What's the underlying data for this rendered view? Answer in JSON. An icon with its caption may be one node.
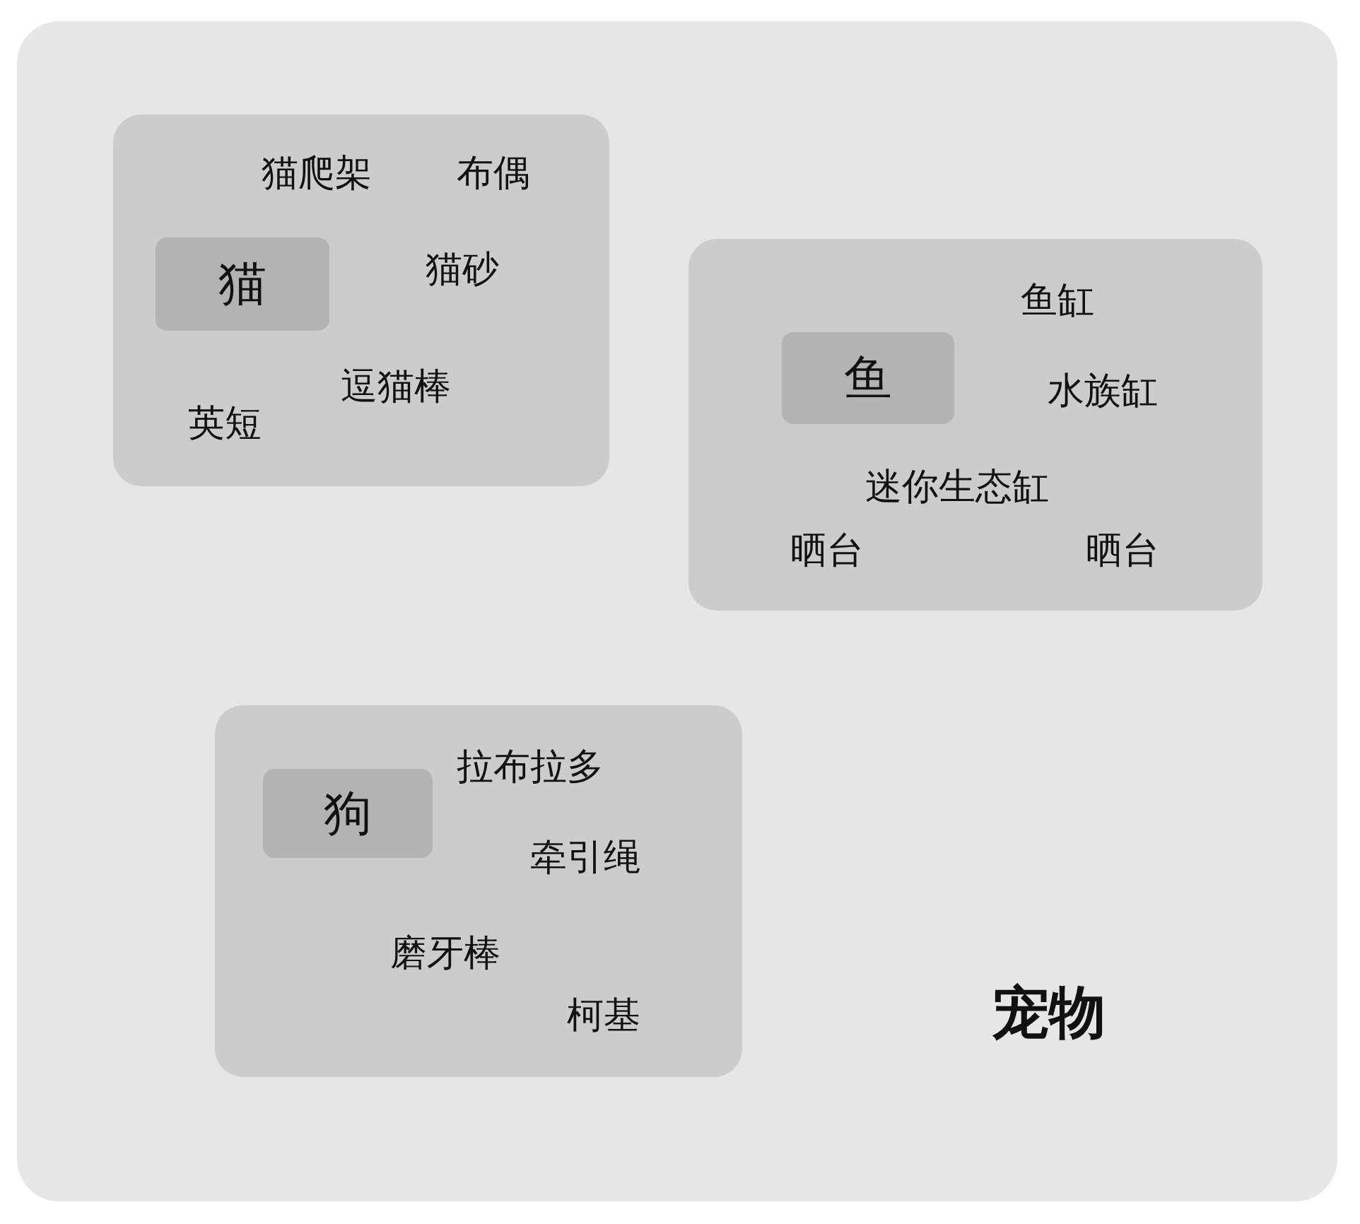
{
  "diagram": {
    "nodes": [
      {
        "text": [
          "宠物"
        ]
      },
      {
        "text": [
          "猫爬架",
          "布偶",
          "猫砂",
          "逗猫棒",
          "英短"
        ],
        "in": 0
      },
      {
        "text": [
          "猫"
        ],
        "in": 1
      },
      {
        "text": [
          "鱼缸",
          "水族缸",
          "迷你生态缸",
          "晒台",
          "晒台"
        ],
        "in": 0
      },
      {
        "text": [
          "鱼"
        ],
        "in": 3
      },
      {
        "text": [
          "拉布拉多",
          "牵引绳",
          "磨牙棒",
          "柯基"
        ],
        "in": 0
      },
      {
        "text": [
          "狗"
        ],
        "in": 5
      }
    ]
  }
}
